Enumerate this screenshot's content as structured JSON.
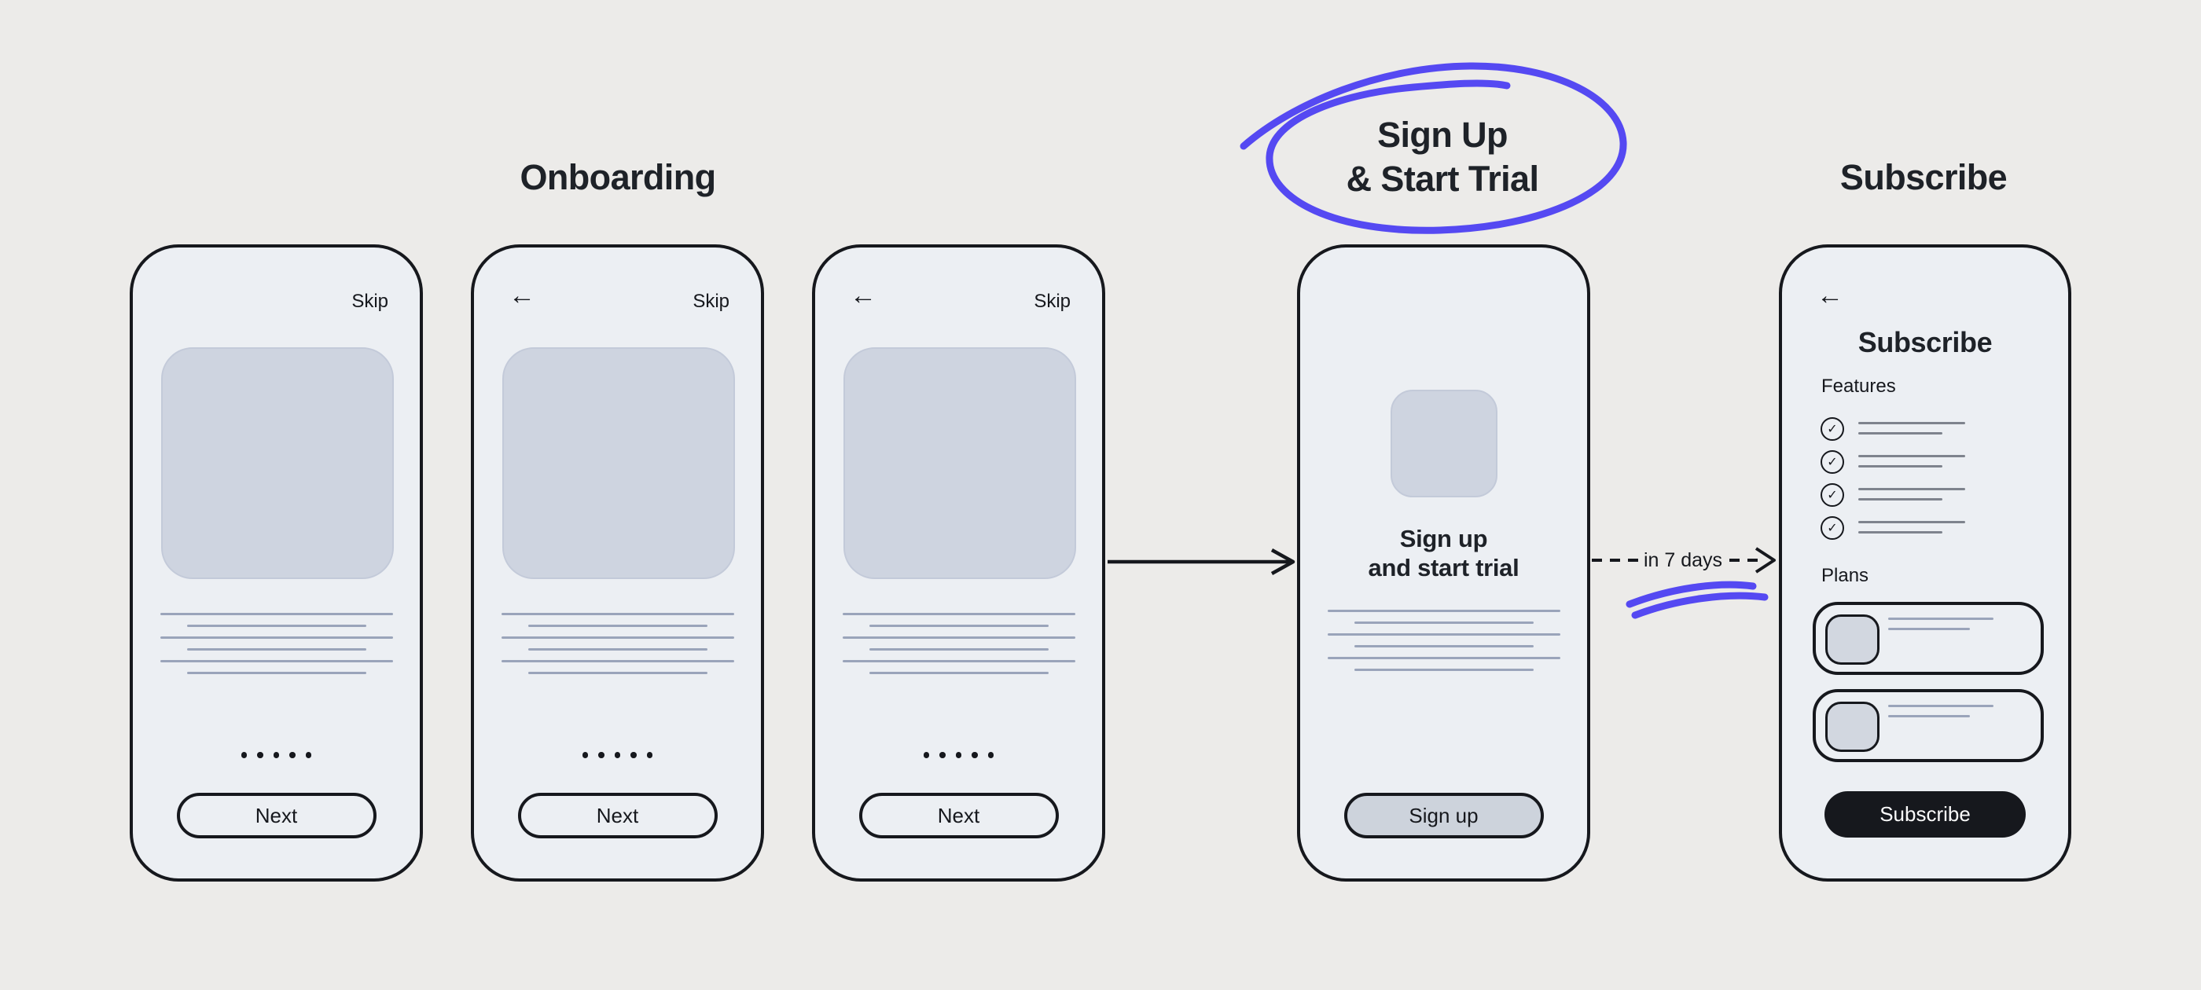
{
  "colors": {
    "background": "#ECEBE9",
    "phone_fill": "#ECEFF3",
    "placeholder_fill": "#CED4E0",
    "placeholder_border": "#C3CAD9",
    "plan_thumb_fill": "#D2D7E0",
    "skeleton_line": "#9AA4BA",
    "feature_line": "#7E838D",
    "ink": "#16181D",
    "title": "#1E2228",
    "annotation_blue": "#5549F2",
    "signup_button_fill": "#CDD3DC"
  },
  "icons": {
    "back_arrow": "←",
    "check": "✓"
  },
  "flow": {
    "onboarding": {
      "title": "Onboarding",
      "screens": [
        {
          "skip_label": "Skip",
          "has_back": false,
          "next_label": "Next",
          "page_dot_count": 5
        },
        {
          "skip_label": "Skip",
          "has_back": true,
          "next_label": "Next",
          "page_dot_count": 5
        },
        {
          "skip_label": "Skip",
          "has_back": true,
          "next_label": "Next",
          "page_dot_count": 5
        }
      ]
    },
    "signup": {
      "annotation_title_line1": "Sign Up",
      "annotation_title_line2": "& Start Trial",
      "heading_line1": "Sign up",
      "heading_line2": "and start trial",
      "button_label": "Sign up"
    },
    "subscribe": {
      "section_title": "Subscribe",
      "screen_heading": "Subscribe",
      "features_label": "Features",
      "feature_count": 4,
      "plans_label": "Plans",
      "plan_count": 2,
      "button_label": "Subscribe"
    }
  },
  "connectors": {
    "onboarding_to_signup": {
      "style": "solid-arrow"
    },
    "signup_to_subscribe": {
      "style": "dashed-arrow",
      "label": "in 7 days"
    }
  }
}
